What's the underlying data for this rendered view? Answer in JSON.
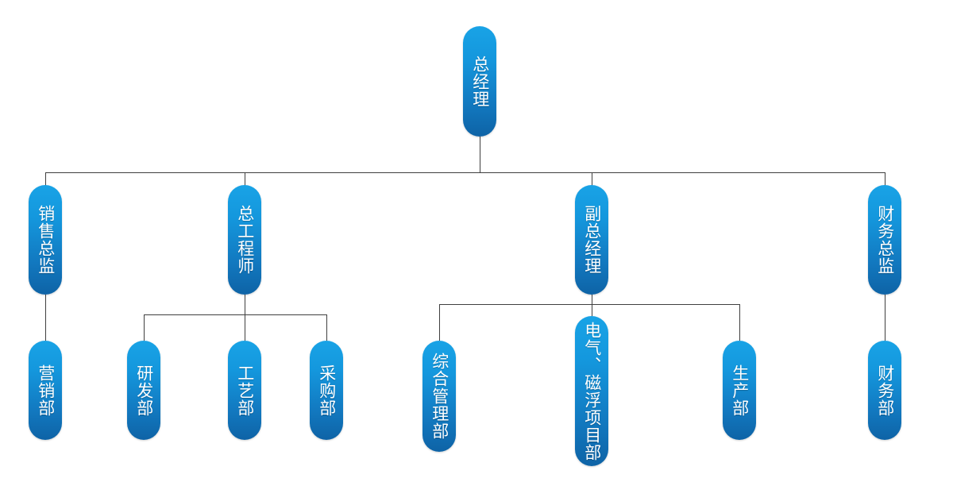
{
  "chart": {
    "type": "org-chart",
    "title": "",
    "orientation": "top-down",
    "node_shape": "vertical-rounded-pill",
    "text_orientation": "vertical",
    "colors": {
      "node_gradient_top": "#19a3e6",
      "node_gradient_bottom": "#0e63a6",
      "node_text": "#ffffff",
      "connector": "#3f3f3f",
      "background": "#ffffff"
    },
    "levels": [
      {
        "level": 1,
        "nodes": [
          {
            "id": "gm",
            "label": "总经理"
          }
        ]
      },
      {
        "level": 2,
        "nodes": [
          {
            "id": "sales-director",
            "label": "销售总监"
          },
          {
            "id": "chief-engineer",
            "label": "总工程师"
          },
          {
            "id": "deputy-gm",
            "label": "副总经理"
          },
          {
            "id": "finance-director",
            "label": "财务总监"
          }
        ]
      },
      {
        "level": 3,
        "nodes": [
          {
            "id": "marketing-dept",
            "label": "营销部"
          },
          {
            "id": "rnd-dept",
            "label": "研发部"
          },
          {
            "id": "process-dept",
            "label": "工艺部"
          },
          {
            "id": "procurement-dept",
            "label": "采购部"
          },
          {
            "id": "general-management-dept",
            "label": "综合管理部"
          },
          {
            "id": "electrical-maglev-project-dept",
            "label": "电气、磁浮项目部"
          },
          {
            "id": "production-dept",
            "label": "生产部"
          },
          {
            "id": "finance-dept",
            "label": "财务部"
          }
        ]
      }
    ],
    "edges": [
      {
        "from": "gm",
        "to": "sales-director"
      },
      {
        "from": "gm",
        "to": "chief-engineer"
      },
      {
        "from": "gm",
        "to": "deputy-gm"
      },
      {
        "from": "gm",
        "to": "finance-director"
      },
      {
        "from": "sales-director",
        "to": "marketing-dept"
      },
      {
        "from": "chief-engineer",
        "to": "rnd-dept"
      },
      {
        "from": "chief-engineer",
        "to": "process-dept"
      },
      {
        "from": "chief-engineer",
        "to": "procurement-dept"
      },
      {
        "from": "deputy-gm",
        "to": "general-management-dept"
      },
      {
        "from": "deputy-gm",
        "to": "electrical-maglev-project-dept"
      },
      {
        "from": "deputy-gm",
        "to": "production-dept"
      },
      {
        "from": "finance-director",
        "to": "financeed-dept"
      },
      {
        "from": "finance-director",
        "to": "finance-dept"
      }
    ]
  }
}
